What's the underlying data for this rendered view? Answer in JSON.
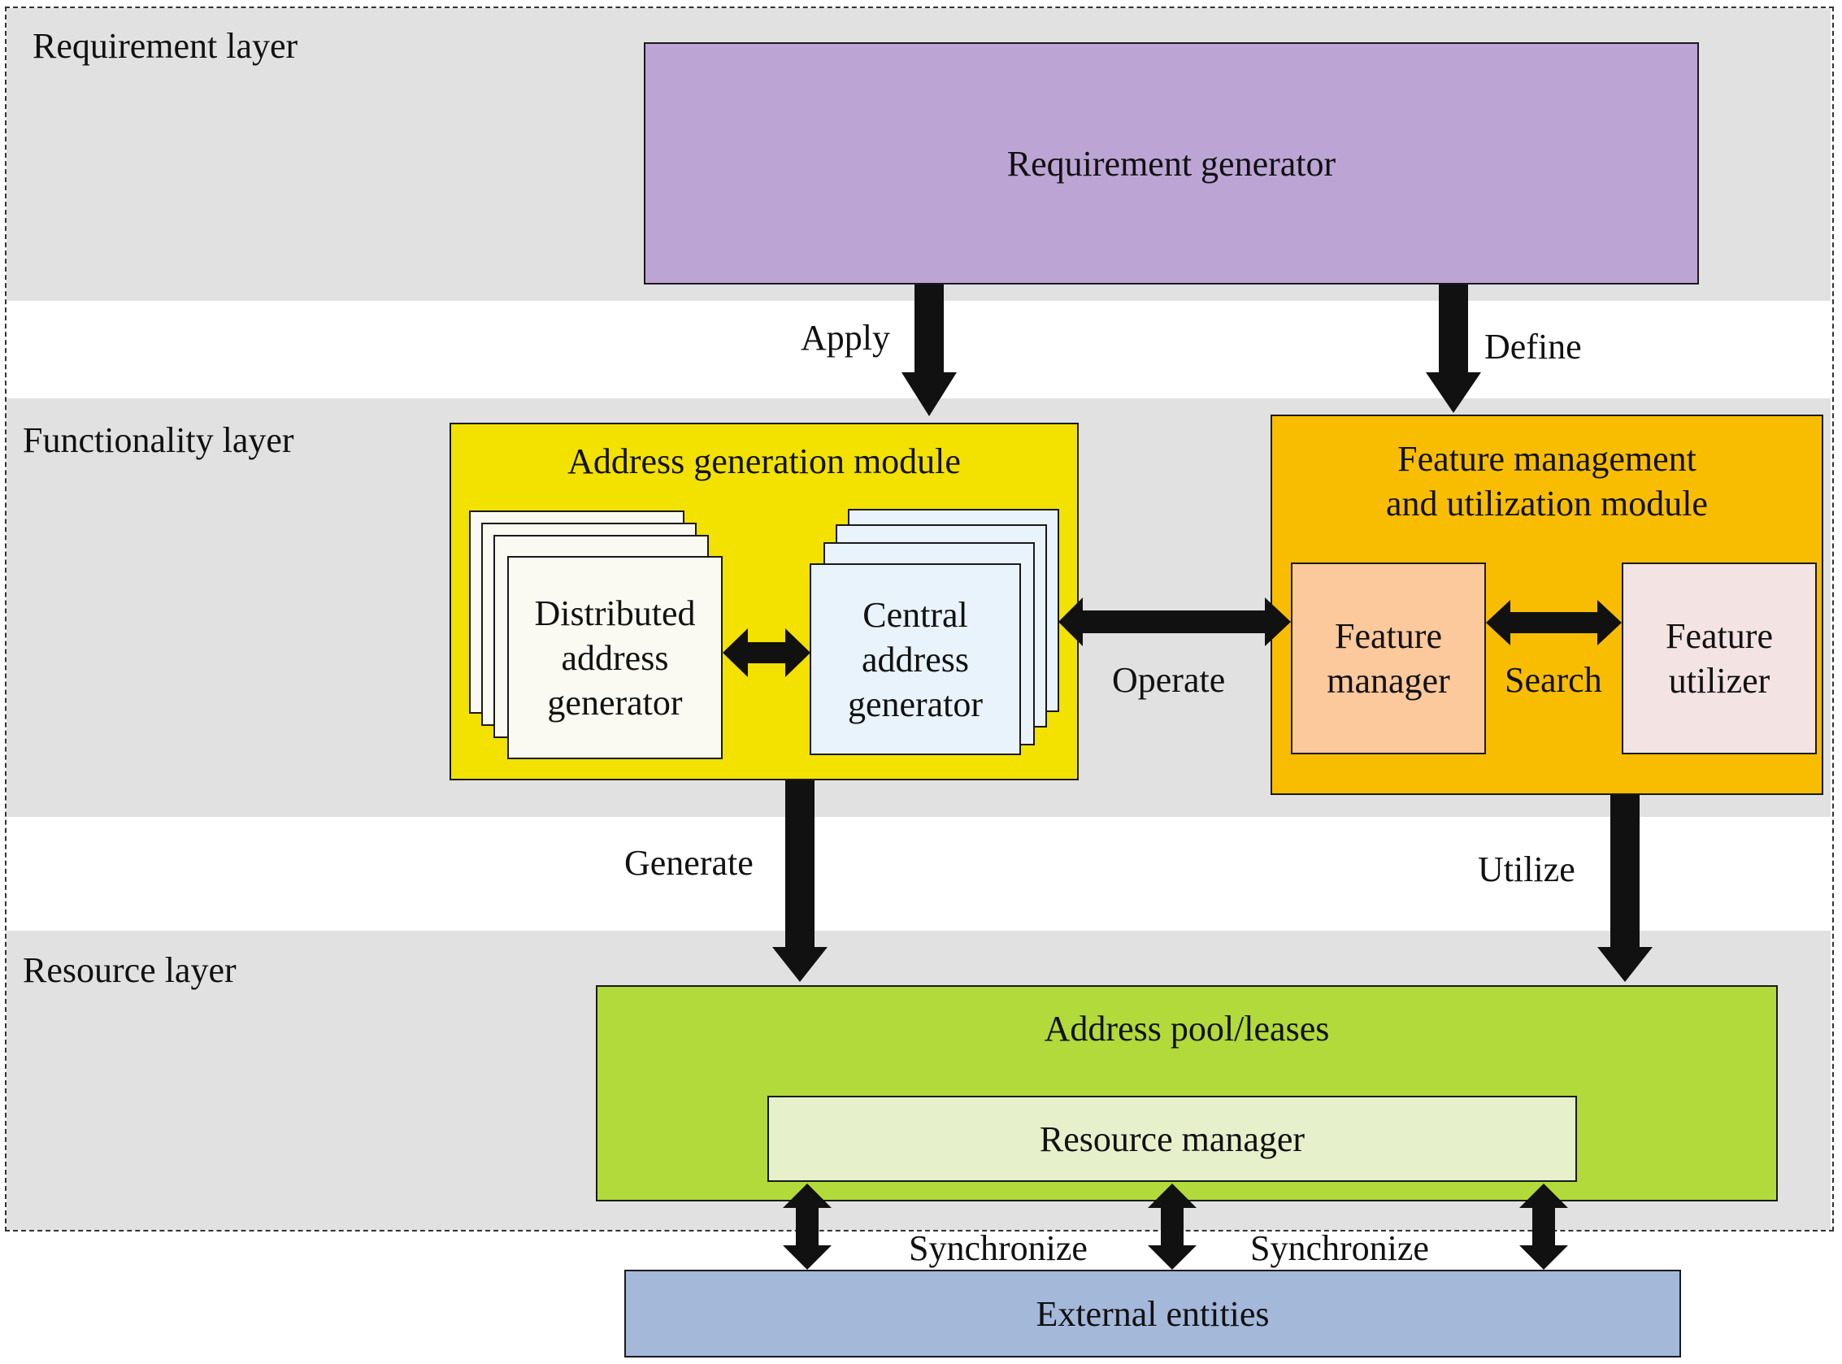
{
  "layers": {
    "requirement": "Requirement layer",
    "functionality": "Functionality layer",
    "resource": "Resource layer"
  },
  "boxes": {
    "requirement_generator": "Requirement generator",
    "address_generation_module": "Address generation module",
    "distributed_address_generator": "Distributed\naddress\ngenerator",
    "central_address_generator": "Central\naddress\ngenerator",
    "feature_module": "Feature management\nand utilization module",
    "feature_manager": "Feature\nmanager",
    "feature_utilizer": "Feature\nutilizer",
    "address_pool": "Address pool/leases",
    "resource_manager": "Resource manager",
    "external_entities": "External entities"
  },
  "edges": {
    "apply": "Apply",
    "define": "Define",
    "operate": "Operate",
    "search": "Search",
    "generate": "Generate",
    "utilize": "Utilize",
    "synchronize_left": "Synchronize",
    "synchronize_right": "Synchronize"
  },
  "colors": {
    "layer_band": "#e1e1e1",
    "requirement_generator": "#bca5d5",
    "address_generation_module": "#f3e100",
    "feature_module": "#f8bd00",
    "feature_manager": "#fbc99c",
    "feature_utilizer": "#f4e3e3",
    "distributed_address_generator": "#fafaf2",
    "central_address_generator": "#e8f3fb",
    "address_pool": "#b1da3a",
    "resource_manager": "#e6f0cb",
    "external_entities": "#a4b8da",
    "arrow": "#111111"
  }
}
